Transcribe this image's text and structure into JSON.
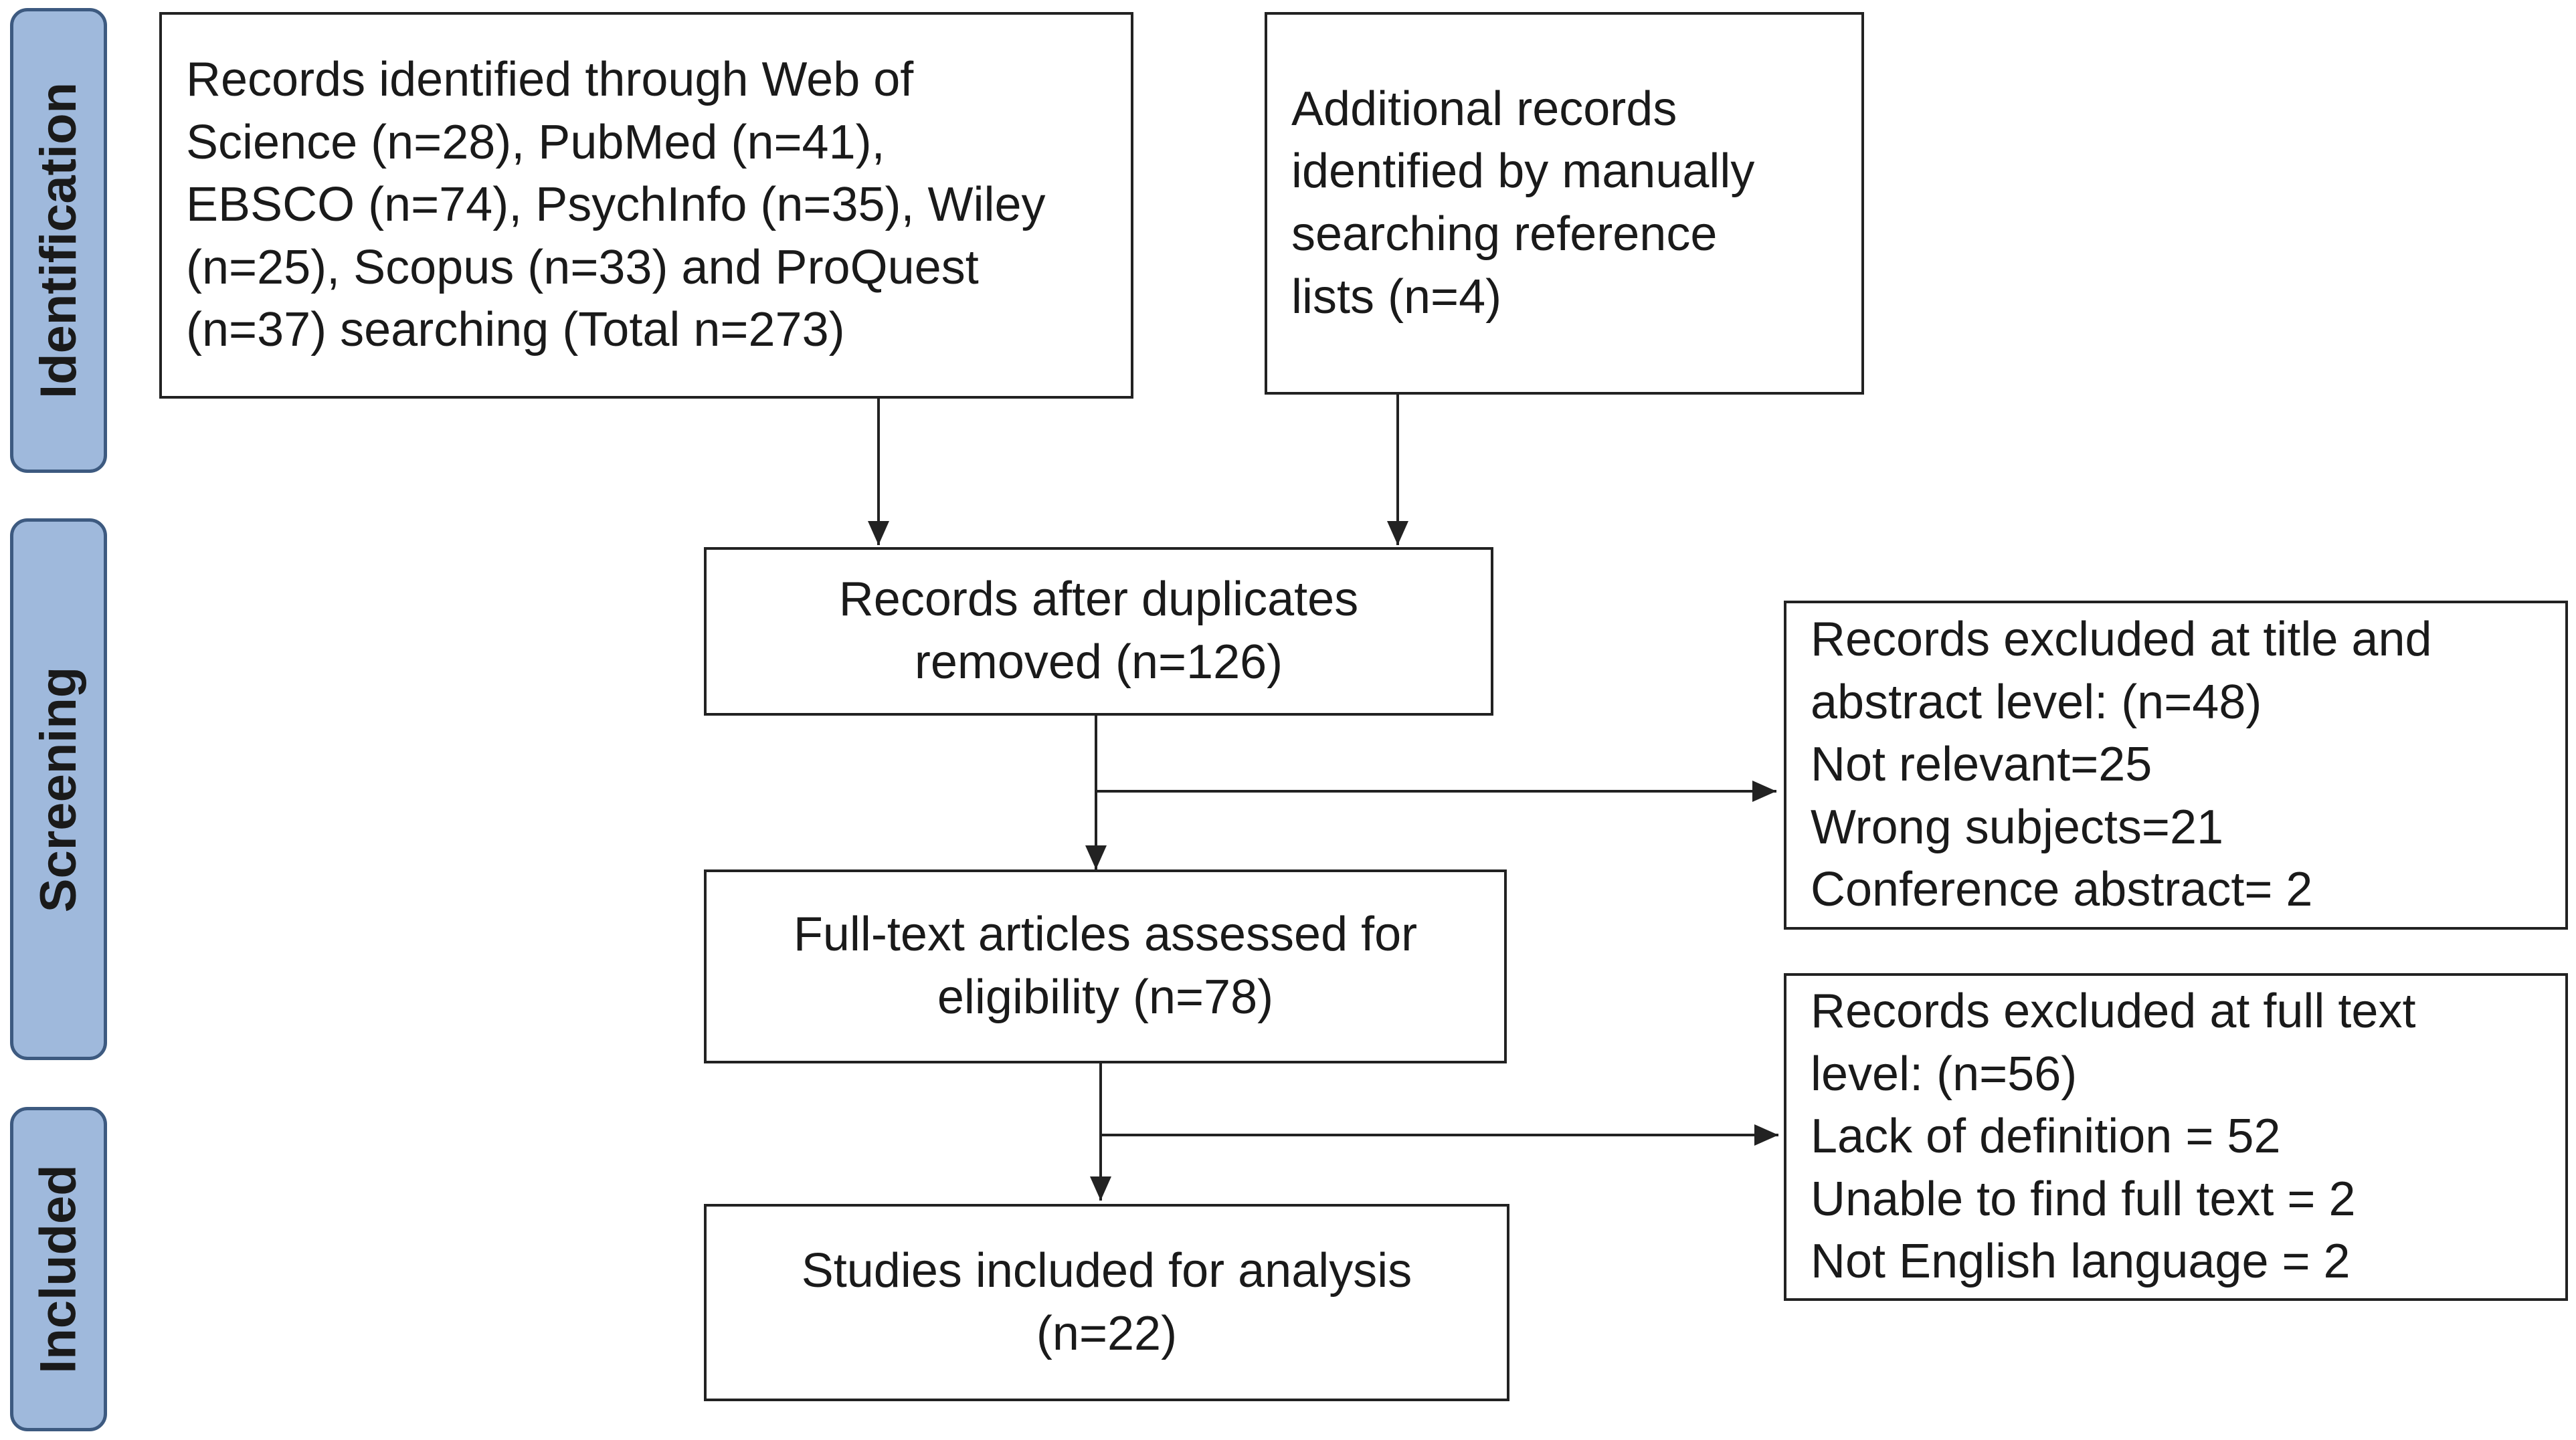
{
  "phases": {
    "identification": "Identification",
    "screening": "Screening",
    "included": "Included"
  },
  "boxes": {
    "database_search": {
      "lines": [
        "Records identified through Web of",
        "Science (n=28), PubMed (n=41),",
        "EBSCO (n=74), PsychInfo (n=35), Wiley",
        "(n=25), Scopus (n=33) and ProQuest",
        "(n=37) searching (Total n=273)"
      ]
    },
    "manual_search": {
      "lines": [
        "Additional records",
        "identified by manually",
        "searching reference",
        "lists (n=4)"
      ]
    },
    "after_duplicates": {
      "lines": [
        "Records after duplicates",
        "removed (n=126)"
      ]
    },
    "excluded_title_abstract": {
      "lines": [
        "Records excluded at title and",
        "abstract level: (n=48)",
        "Not relevant=25",
        "Wrong subjects=21",
        "Conference abstract= 2"
      ]
    },
    "full_text_assessed": {
      "lines": [
        "Full-text articles assessed for",
        "eligibility (n=78)"
      ]
    },
    "excluded_full_text": {
      "lines": [
        "Records excluded at full text",
        "level: (n=56)",
        "Lack of definition = 52",
        "Unable to find full text = 2",
        "Not English language = 2"
      ]
    },
    "studies_included": {
      "lines": [
        "Studies included for analysis",
        "(n=22)"
      ]
    }
  },
  "colors": {
    "phase_fill": "#9fb9dc",
    "phase_border": "#3d5a80",
    "box_border": "#222222",
    "arrow": "#222222"
  }
}
